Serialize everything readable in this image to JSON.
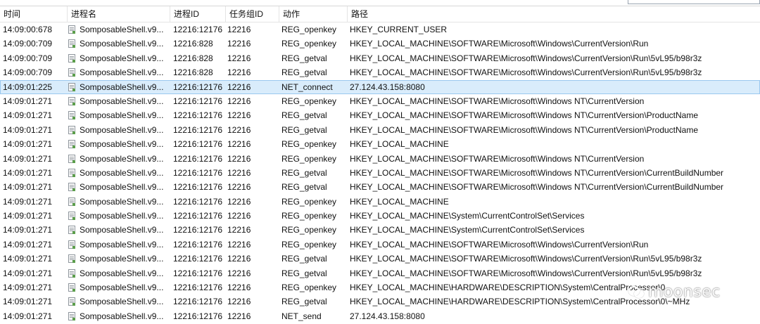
{
  "columns": {
    "time": "时间",
    "process": "进程名",
    "pid": "进程ID",
    "tid": "任务组ID",
    "action": "动作",
    "path": "路径"
  },
  "rows": [
    {
      "time": "14:09:00:678",
      "process": "SomposableShell.v9...",
      "pid": "12216:12176",
      "tid": "12216",
      "action": "REG_openkey",
      "path": "HKEY_CURRENT_USER"
    },
    {
      "time": "14:09:00:709",
      "process": "SomposableShell.v9...",
      "pid": "12216:828",
      "tid": "12216",
      "action": "REG_openkey",
      "path": "HKEY_LOCAL_MACHINE\\SOFTWARE\\Microsoft\\Windows\\CurrentVersion\\Run"
    },
    {
      "time": "14:09:00:709",
      "process": "SomposableShell.v9...",
      "pid": "12216:828",
      "tid": "12216",
      "action": "REG_getval",
      "path": "HKEY_LOCAL_MACHINE\\SOFTWARE\\Microsoft\\Windows\\CurrentVersion\\Run\\5vL95/b98r3z"
    },
    {
      "time": "14:09:00:709",
      "process": "SomposableShell.v9...",
      "pid": "12216:828",
      "tid": "12216",
      "action": "REG_getval",
      "path": "HKEY_LOCAL_MACHINE\\SOFTWARE\\Microsoft\\Windows\\CurrentVersion\\Run\\5vL95/b98r3z"
    },
    {
      "time": "14:09:01:225",
      "process": "SomposableShell.v9...",
      "pid": "12216:12176",
      "tid": "12216",
      "action": "NET_connect",
      "path": "27.124.43.158:8080",
      "selected": true
    },
    {
      "time": "14:09:01:271",
      "process": "SomposableShell.v9...",
      "pid": "12216:12176",
      "tid": "12216",
      "action": "REG_openkey",
      "path": "HKEY_LOCAL_MACHINE\\SOFTWARE\\Microsoft\\Windows NT\\CurrentVersion"
    },
    {
      "time": "14:09:01:271",
      "process": "SomposableShell.v9...",
      "pid": "12216:12176",
      "tid": "12216",
      "action": "REG_getval",
      "path": "HKEY_LOCAL_MACHINE\\SOFTWARE\\Microsoft\\Windows NT\\CurrentVersion\\ProductName"
    },
    {
      "time": "14:09:01:271",
      "process": "SomposableShell.v9...",
      "pid": "12216:12176",
      "tid": "12216",
      "action": "REG_getval",
      "path": "HKEY_LOCAL_MACHINE\\SOFTWARE\\Microsoft\\Windows NT\\CurrentVersion\\ProductName"
    },
    {
      "time": "14:09:01:271",
      "process": "SomposableShell.v9...",
      "pid": "12216:12176",
      "tid": "12216",
      "action": "REG_openkey",
      "path": "HKEY_LOCAL_MACHINE"
    },
    {
      "time": "14:09:01:271",
      "process": "SomposableShell.v9...",
      "pid": "12216:12176",
      "tid": "12216",
      "action": "REG_openkey",
      "path": "HKEY_LOCAL_MACHINE\\SOFTWARE\\Microsoft\\Windows NT\\CurrentVersion"
    },
    {
      "time": "14:09:01:271",
      "process": "SomposableShell.v9...",
      "pid": "12216:12176",
      "tid": "12216",
      "action": "REG_getval",
      "path": "HKEY_LOCAL_MACHINE\\SOFTWARE\\Microsoft\\Windows NT\\CurrentVersion\\CurrentBuildNumber"
    },
    {
      "time": "14:09:01:271",
      "process": "SomposableShell.v9...",
      "pid": "12216:12176",
      "tid": "12216",
      "action": "REG_getval",
      "path": "HKEY_LOCAL_MACHINE\\SOFTWARE\\Microsoft\\Windows NT\\CurrentVersion\\CurrentBuildNumber"
    },
    {
      "time": "14:09:01:271",
      "process": "SomposableShell.v9...",
      "pid": "12216:12176",
      "tid": "12216",
      "action": "REG_openkey",
      "path": "HKEY_LOCAL_MACHINE"
    },
    {
      "time": "14:09:01:271",
      "process": "SomposableShell.v9...",
      "pid": "12216:12176",
      "tid": "12216",
      "action": "REG_openkey",
      "path": "HKEY_LOCAL_MACHINE\\System\\CurrentControlSet\\Services"
    },
    {
      "time": "14:09:01:271",
      "process": "SomposableShell.v9...",
      "pid": "12216:12176",
      "tid": "12216",
      "action": "REG_openkey",
      "path": "HKEY_LOCAL_MACHINE\\System\\CurrentControlSet\\Services"
    },
    {
      "time": "14:09:01:271",
      "process": "SomposableShell.v9...",
      "pid": "12216:12176",
      "tid": "12216",
      "action": "REG_openkey",
      "path": "HKEY_LOCAL_MACHINE\\SOFTWARE\\Microsoft\\Windows\\CurrentVersion\\Run"
    },
    {
      "time": "14:09:01:271",
      "process": "SomposableShell.v9...",
      "pid": "12216:12176",
      "tid": "12216",
      "action": "REG_getval",
      "path": "HKEY_LOCAL_MACHINE\\SOFTWARE\\Microsoft\\Windows\\CurrentVersion\\Run\\5vL95/b98r3z"
    },
    {
      "time": "14:09:01:271",
      "process": "SomposableShell.v9...",
      "pid": "12216:12176",
      "tid": "12216",
      "action": "REG_getval",
      "path": "HKEY_LOCAL_MACHINE\\SOFTWARE\\Microsoft\\Windows\\CurrentVersion\\Run\\5vL95/b98r3z"
    },
    {
      "time": "14:09:01:271",
      "process": "SomposableShell.v9...",
      "pid": "12216:12176",
      "tid": "12216",
      "action": "REG_openkey",
      "path": "HKEY_LOCAL_MACHINE\\HARDWARE\\DESCRIPTION\\System\\CentralProcessor\\0"
    },
    {
      "time": "14:09:01:271",
      "process": "SomposableShell.v9...",
      "pid": "12216:12176",
      "tid": "12216",
      "action": "REG_getval",
      "path": "HKEY_LOCAL_MACHINE\\HARDWARE\\DESCRIPTION\\System\\CentralProcessor\\0\\~MHz"
    },
    {
      "time": "14:09:01:271",
      "process": "SomposableShell.v9...",
      "pid": "12216:12176",
      "tid": "12216",
      "action": "NET_send",
      "path": "27.124.43.158:8080"
    }
  ],
  "watermark": {
    "text": "moonsec",
    "icon": "wechat-icon"
  },
  "colors": {
    "selected_row": "#d9ecfb",
    "selected_border": "#9ac8ef",
    "grid": "#e4e4e4"
  }
}
